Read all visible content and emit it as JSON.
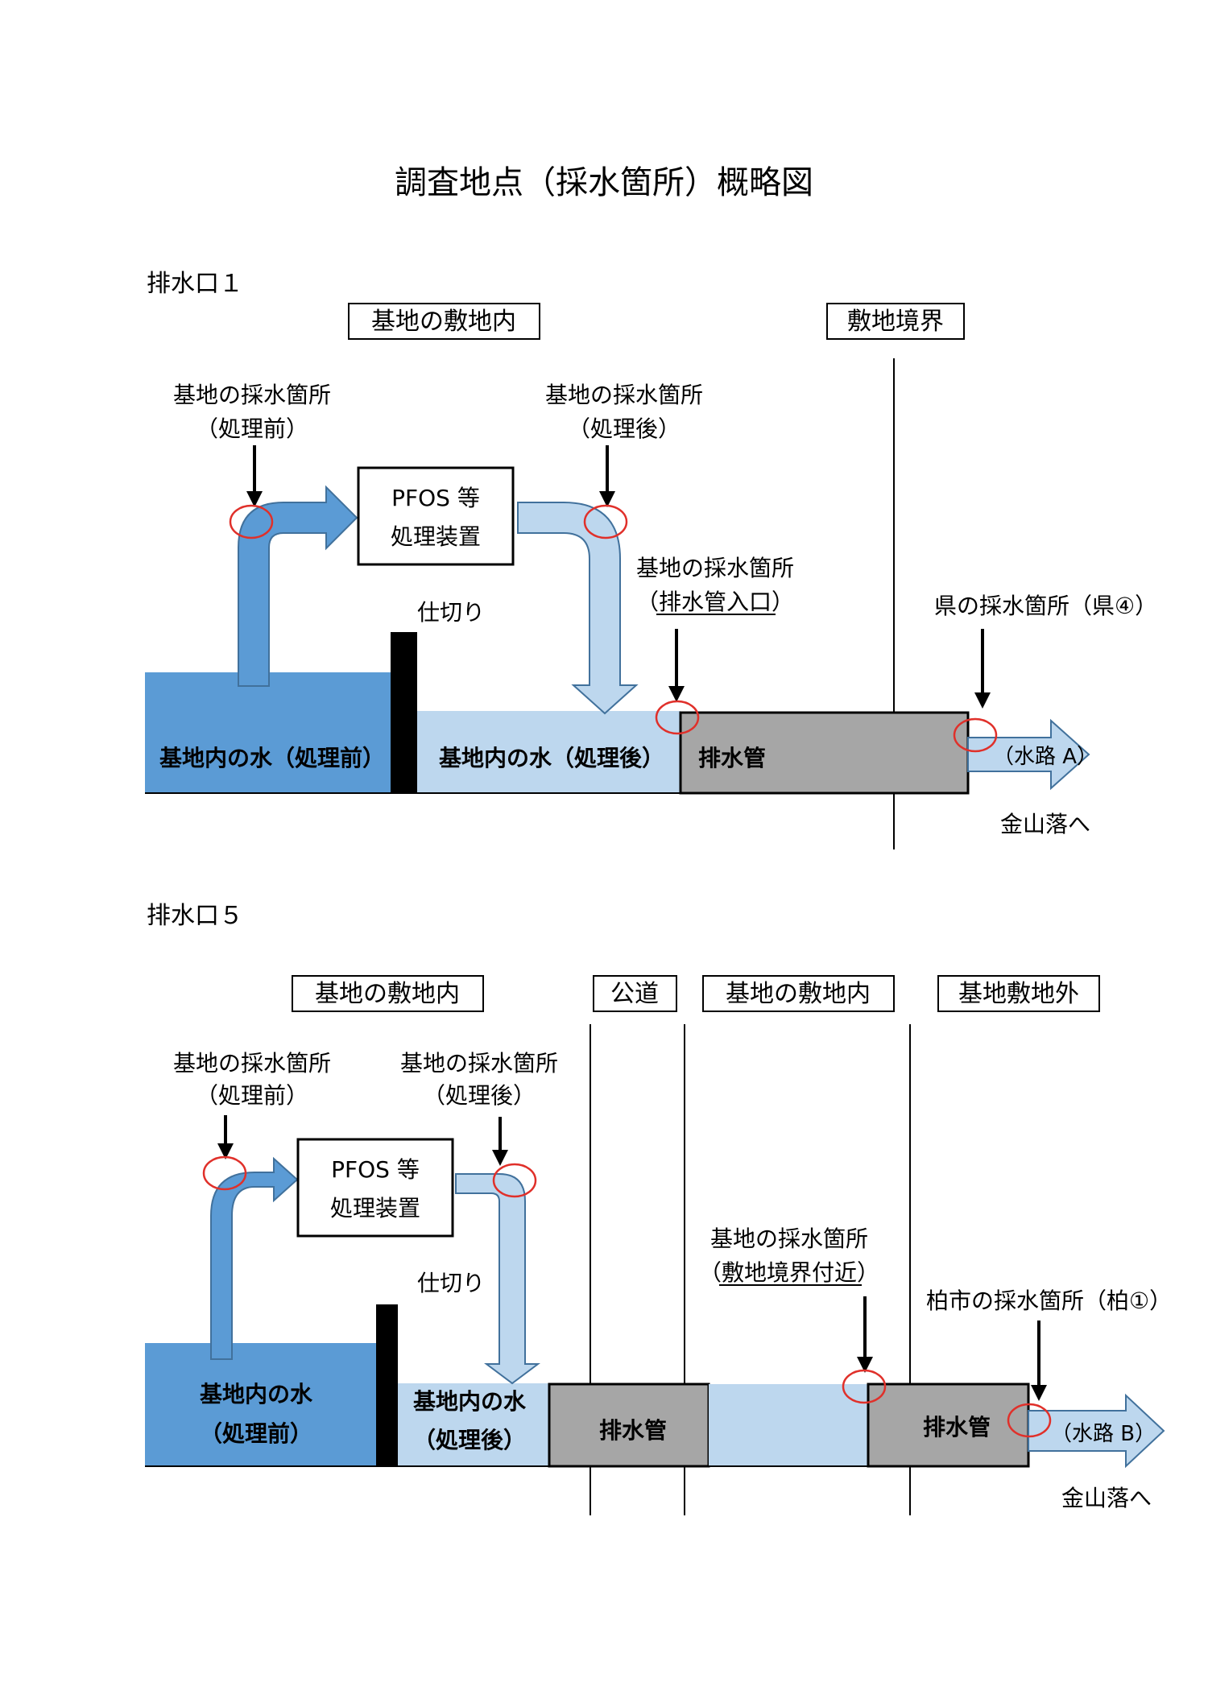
{
  "title": "調査地点（採水箇所）概略図",
  "colors": {
    "water_before": "#5b9bd5",
    "water_after": "#bdd7ee",
    "pipe": "#a6a6a6",
    "marker": "#e0302a",
    "partition": "#000000",
    "line": "#000000"
  },
  "section1": {
    "heading": "排水口１",
    "zones": {
      "inside": "基地の敷地内",
      "boundary": "敷地境界"
    },
    "sample_before": {
      "line1": "基地の採水箇所",
      "line2": "（処理前）"
    },
    "sample_after": {
      "line1": "基地の採水箇所",
      "line2": "（処理後）"
    },
    "sample_inlet": {
      "line1": "基地の採水箇所",
      "line2": "（排水管入口）"
    },
    "sample_pref": "県の採水箇所（県④）",
    "device": {
      "line1": "PFOS 等",
      "line2": "処理装置"
    },
    "partition_label": "仕切り",
    "water_before_label": "基地内の水（処理前）",
    "water_after_label": "基地内の水（処理後）",
    "pipe_label": "排水管",
    "channel_label": "（水路 A）",
    "dest_label": "金山落へ"
  },
  "section2": {
    "heading": "排水口５",
    "zones": {
      "inside1": "基地の敷地内",
      "road": "公道",
      "inside2": "基地の敷地内",
      "outside": "基地敷地外"
    },
    "sample_before": {
      "line1": "基地の採水箇所",
      "line2": "（処理前）"
    },
    "sample_after": {
      "line1": "基地の採水箇所",
      "line2": "（処理後）"
    },
    "sample_boundary": {
      "line1": "基地の採水箇所",
      "line2": "（敷地境界付近）"
    },
    "sample_city": "柏市の採水箇所（柏①）",
    "device": {
      "line1": "PFOS 等",
      "line2": "処理装置"
    },
    "partition_label": "仕切り",
    "water_before_label": {
      "line1": "基地内の水",
      "line2": "（処理前）"
    },
    "water_after_label": {
      "line1": "基地内の水",
      "line2": "（処理後）"
    },
    "pipe_label_1": "排水管",
    "pipe_label_2": "排水管",
    "channel_label": "（水路 B）",
    "dest_label": "金山落へ"
  }
}
